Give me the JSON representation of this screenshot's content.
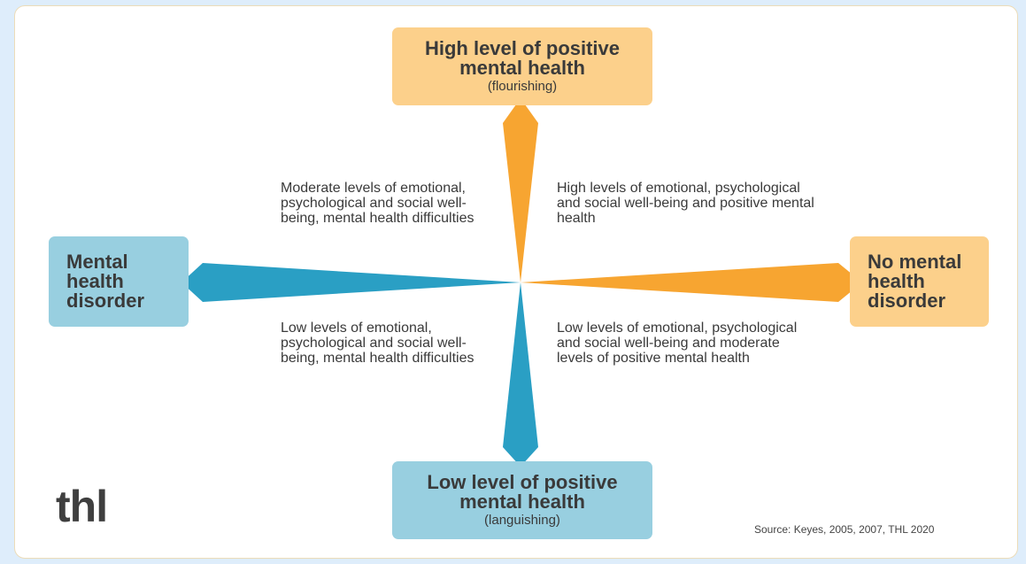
{
  "boxes": {
    "top": {
      "title": "High level of positive mental health",
      "subtitle": "(flourishing)"
    },
    "bottom": {
      "title": "Low level of positive mental health",
      "subtitle": "(languishing)"
    },
    "left": {
      "title": "Mental health disorder"
    },
    "right": {
      "title": "No mental health disorder"
    }
  },
  "quadrants": {
    "top_left": "Moderate levels of emotional, psychological and social well-being, mental health difficulties",
    "top_right": "High levels of emotional, psychological and social well-being and positive mental health",
    "bottom_left": "Low levels of emotional, psychological and social well-being, mental health difficulties",
    "bottom_right": "Low levels of emotional, psychological and social well-being and moderate levels of positive mental health"
  },
  "logo": "thl",
  "source": "Source: Keyes, 2005, 2007, THL 2020",
  "colors": {
    "orange_arrow": "#f7a531",
    "blue_arrow": "#2a9fc4",
    "orange_box": "#fcd08b",
    "blue_box": "#98cfe0",
    "text": "#3a3a3a",
    "background": "#deedfb"
  },
  "icons": {
    "arrow_up": "orange-arrow-up",
    "arrow_right": "orange-arrow-right",
    "arrow_down": "blue-arrow-down",
    "arrow_left": "blue-arrow-left"
  }
}
